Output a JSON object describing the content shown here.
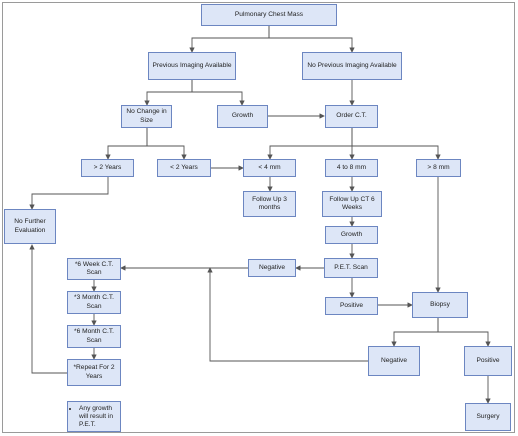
{
  "nodes": {
    "root": "Pulmonary Chest Mass",
    "prev_imaging": "Previous Imaging Available",
    "no_prev_imaging": "No Previous Imaging Available",
    "no_change": "No Change in\nSize",
    "growth_top": "Growth",
    "order_ct": "Order C.T.",
    "gt2y": "> 2 Years",
    "lt2y": "< 2 Years",
    "lt4mm": "<  4 mm",
    "mm4to8": "4 to 8 mm",
    "gt8mm": "> 8 mm",
    "no_further": "No Further\nEvaluation",
    "follow3": "Follow  Up 3\nmonths",
    "follow6": "Follow Up CT 6\nWeeks",
    "growth_mid": "Growth",
    "pet": "P.E.T. Scan",
    "negative_pet": "Negative",
    "positive_pet": "Positive",
    "biopsy": "Biopsy",
    "negative_biopsy": "Negative",
    "positive_biopsy": "Positive",
    "surgery": "Surgery",
    "wk6ct": "*6 Week C.T.\nScan",
    "m3ct": "*3 Month C.T.\nScan",
    "m6ct": "*6 Month C.T.\nScan",
    "repeat2y": "*Repeat For 2\nYears",
    "note": "Any growth will result in P.E.T."
  },
  "colors": {
    "box_fill": "#dde6f7",
    "box_border": "#6c86c1",
    "line": "#555555"
  }
}
